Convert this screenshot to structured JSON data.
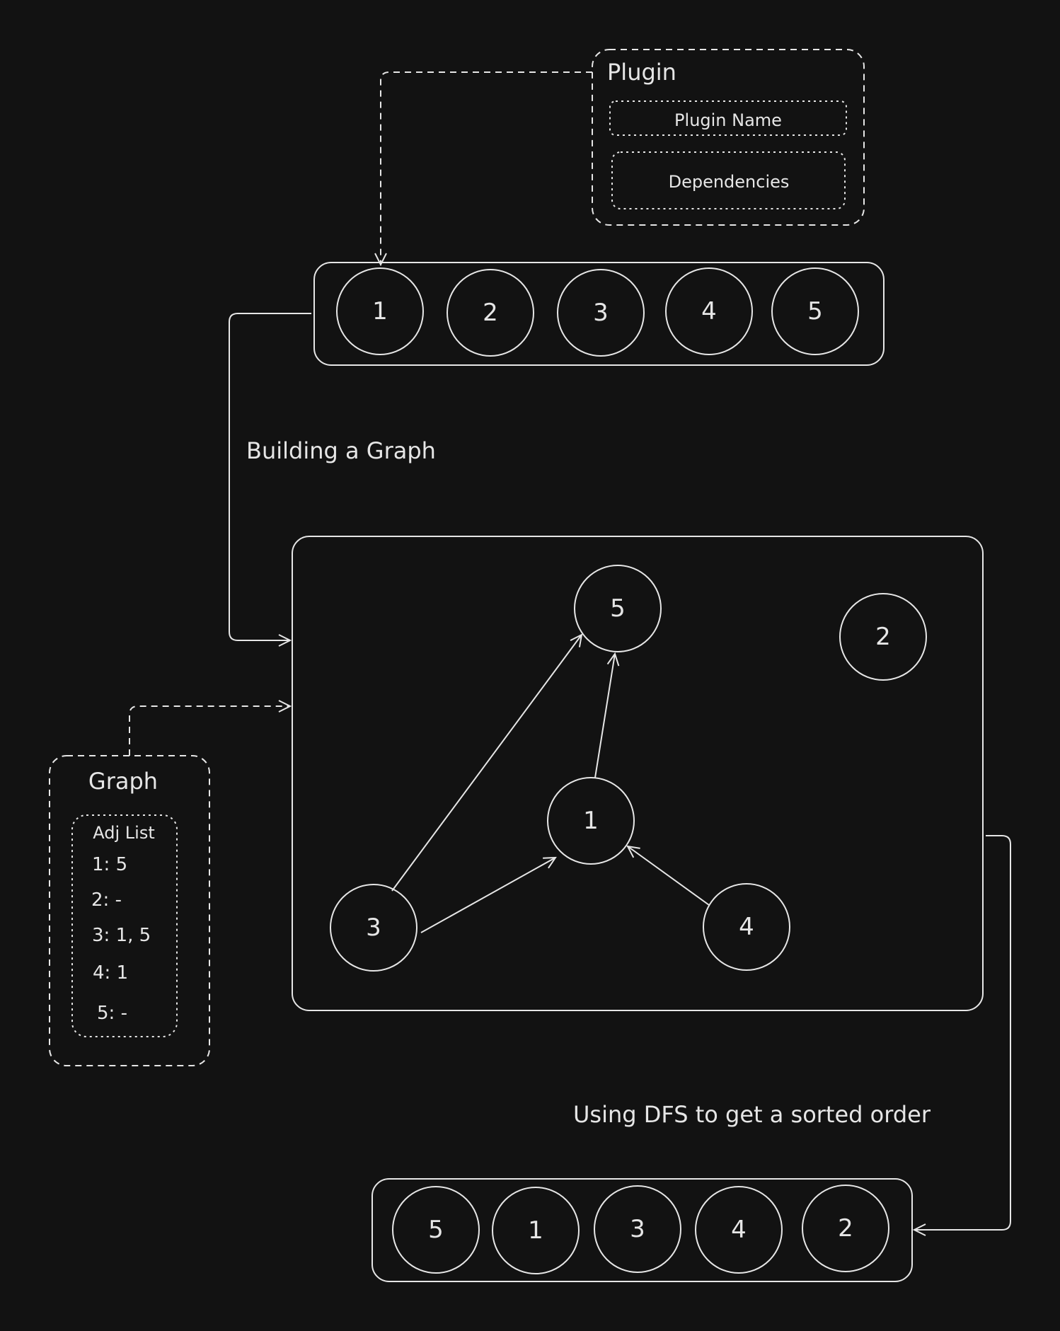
{
  "plugin": {
    "title": "Plugin",
    "name_field": "Plugin Name",
    "deps_field": "Dependencies"
  },
  "input_list": [
    "1",
    "2",
    "3",
    "4",
    "5"
  ],
  "labels": {
    "building": "Building a Graph",
    "dfs": "Using DFS to get a sorted order"
  },
  "graph_nodes": [
    "5",
    "2",
    "1",
    "3",
    "4"
  ],
  "graph_legend": {
    "title": "Graph",
    "subtitle": "Adj List",
    "rows": [
      "1: 5",
      "2: -",
      "3: 1, 5",
      "4: 1",
      "5: -"
    ]
  },
  "output_list": [
    "5",
    "1",
    "3",
    "4",
    "2"
  ],
  "colors": {
    "background": "#121212",
    "stroke": "#e6e6e6"
  }
}
